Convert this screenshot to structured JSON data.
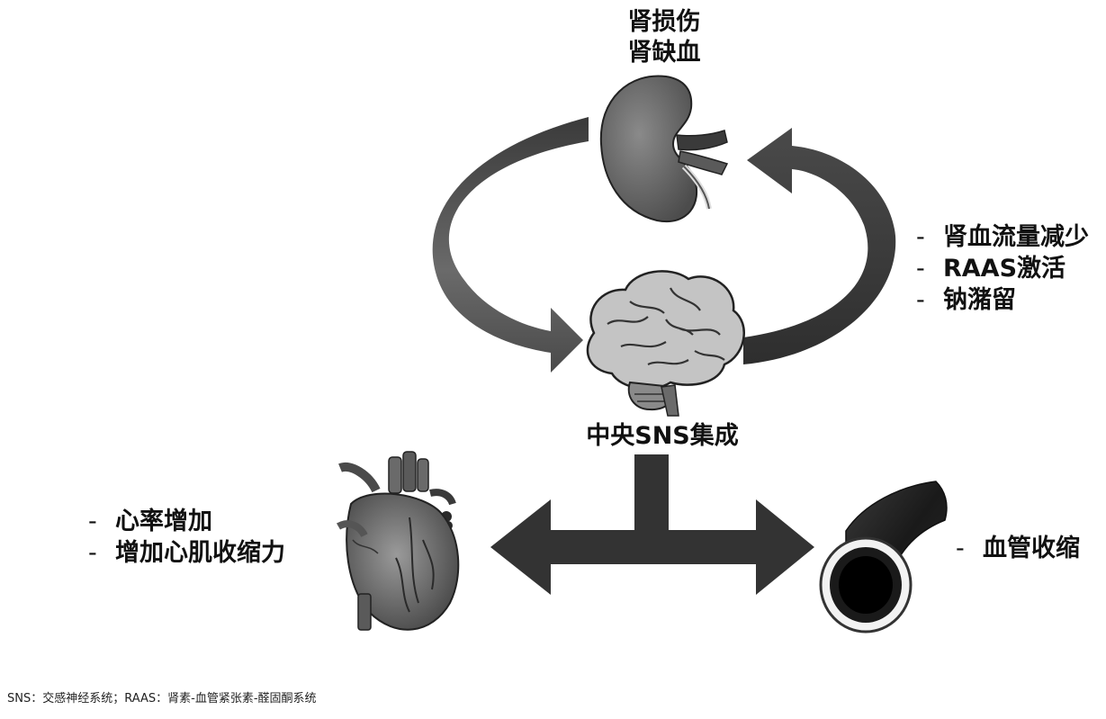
{
  "kidney": {
    "line1": "肾损伤",
    "line2": "肾缺血"
  },
  "right_effects": {
    "bullet": "-",
    "items": [
      "肾血流量减少",
      "RAAS激活",
      "钠潴留"
    ]
  },
  "brain": {
    "label": "中央SNS集成"
  },
  "heart_effects": {
    "bullet": "-",
    "items": [
      "心率增加",
      "增加心肌收缩力"
    ]
  },
  "vessel_effect": {
    "bullet": "-",
    "text": "血管收缩"
  },
  "footnote": "SNS：交感神经系统；RAAS：肾素-血管紧张素-醛固酮系统",
  "colors": {
    "arrow": "#333333",
    "cycle_arrow": "#505050",
    "organ_dark": "#4a4a4a",
    "organ_mid": "#7a7a7a",
    "organ_light": "#c8c8c8"
  }
}
